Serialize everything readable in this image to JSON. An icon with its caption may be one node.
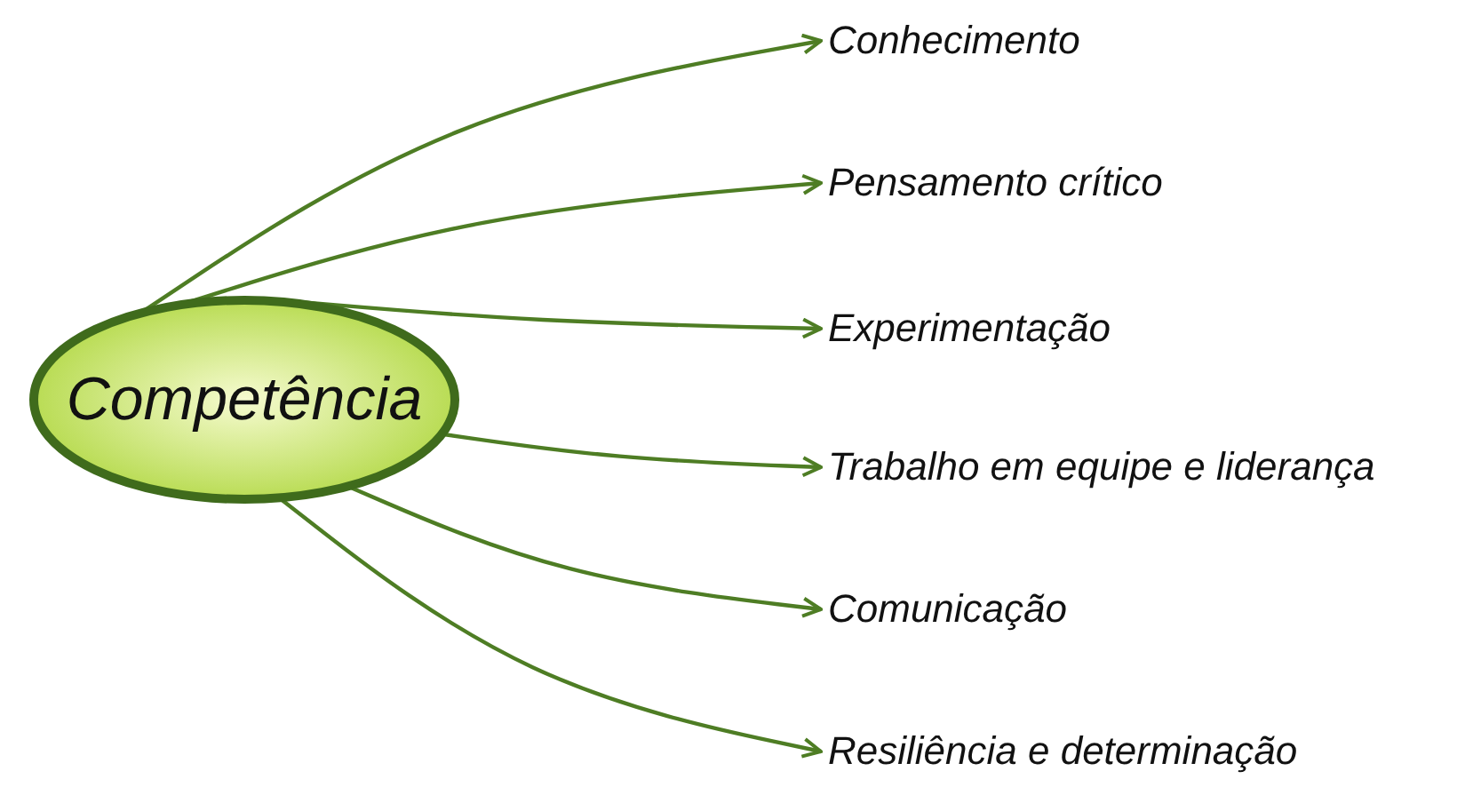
{
  "diagram": {
    "nodes": [
      {
        "text": [
          "Competência"
        ]
      },
      {
        "text": [
          "Conhecimento"
        ]
      },
      {
        "text": [
          "Pensamento crítico"
        ]
      },
      {
        "text": [
          "Experimentação"
        ]
      },
      {
        "text": [
          "Trabalho em equipe e liderança"
        ]
      },
      {
        "text": [
          "Comunicação"
        ]
      },
      {
        "text": [
          "Resiliência e determinação"
        ]
      }
    ],
    "edges": [
      {
        "from": 0,
        "to": 1,
        "arrow": "to"
      },
      {
        "from": 0,
        "to": 2,
        "arrow": "to"
      },
      {
        "from": 0,
        "to": 3,
        "arrow": "to"
      },
      {
        "from": 0,
        "to": 4,
        "arrow": "to"
      },
      {
        "from": 0,
        "to": 5,
        "arrow": "to"
      },
      {
        "from": 0,
        "to": 6,
        "arrow": "to"
      }
    ]
  }
}
